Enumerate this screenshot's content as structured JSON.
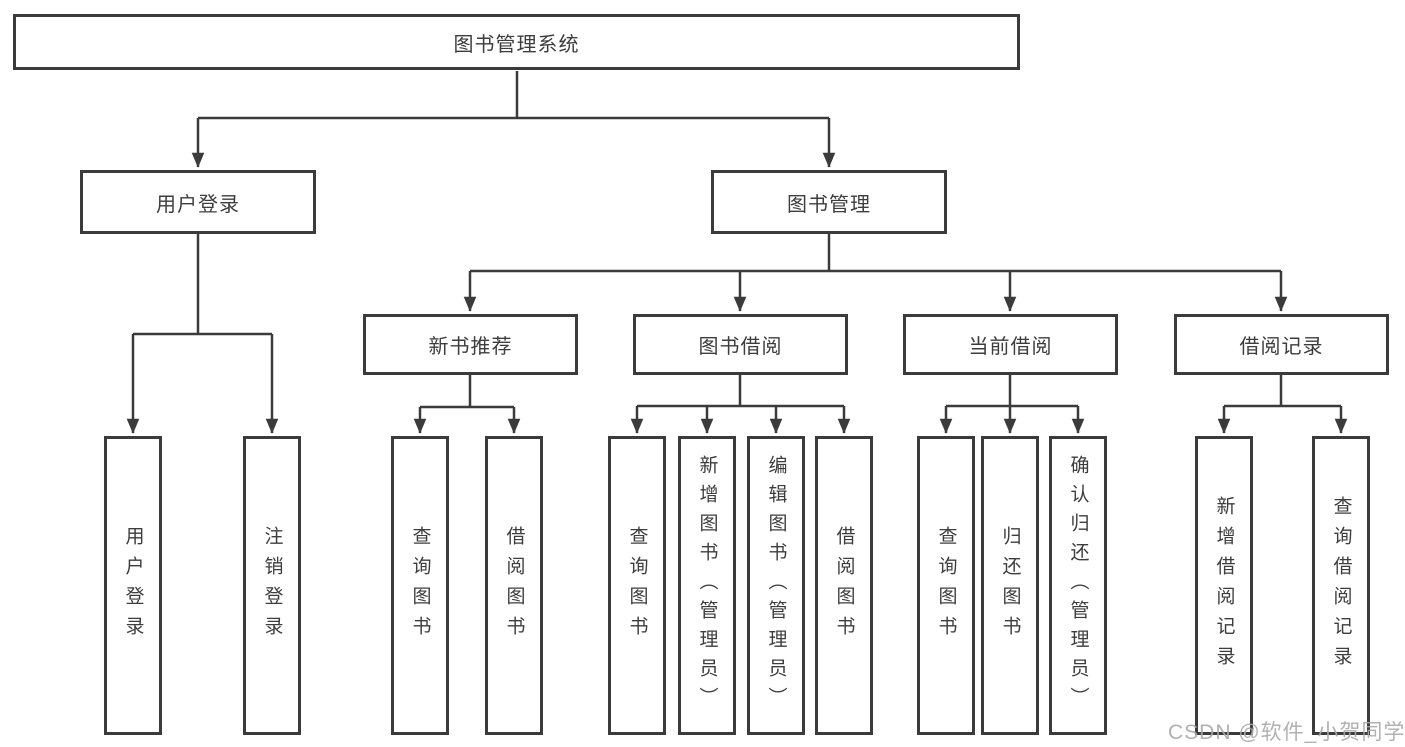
{
  "diagram_title": "图书管理系统",
  "nodes": {
    "root": "图书管理系统",
    "user_login": "用户登录",
    "book_mgmt": "图书管理",
    "new_book_rec": "新书推荐",
    "book_borrow": "图书借阅",
    "current_borrow": "当前借阅",
    "borrow_records": "借阅记录",
    "leaf_user_login": "用户登录",
    "leaf_logout": "注销登录",
    "leaf_rec_query_books": "查询图书",
    "leaf_rec_borrow_books": "借阅图书",
    "leaf_bor_query_books": "查询图书",
    "leaf_bor_add_books": "新增图书（管理员）",
    "leaf_bor_edit_books": "编辑图书（管理员）",
    "leaf_bor_borrow_books": "借阅图书",
    "leaf_cur_query_books": "查询图书",
    "leaf_cur_return_books": "归还图书",
    "leaf_cur_confirm_return": "确认归还（管理员）",
    "leaf_log_add_record": "新增借阅记录",
    "leaf_log_query_record": "查询借阅记录"
  },
  "hierarchy": {
    "图书管理系统": {
      "用户登录": [
        "用户登录",
        "注销登录"
      ],
      "图书管理": {
        "新书推荐": [
          "查询图书",
          "借阅图书"
        ],
        "图书借阅": [
          "查询图书",
          "新增图书（管理员）",
          "编辑图书（管理员）",
          "借阅图书"
        ],
        "当前借阅": [
          "查询图书",
          "归还图书",
          "确认归还（管理员）"
        ],
        "借阅记录": [
          "新增借阅记录",
          "查询借阅记录"
        ]
      }
    }
  },
  "watermark": {
    "text": "CSDN @软件_小贺同学",
    "color": "#a9a9a9"
  },
  "colors": {
    "line": "#3b3b3b",
    "box_border": "#3b3b3b",
    "text": "#3d3d3d",
    "background": "#ffffff"
  }
}
